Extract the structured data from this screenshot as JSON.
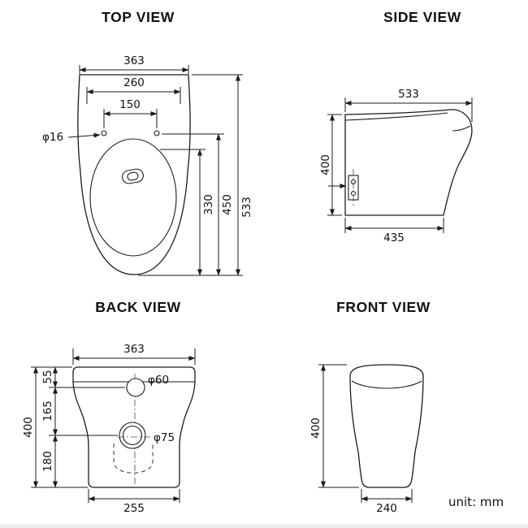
{
  "unit_label": "unit: mm",
  "views": {
    "top": {
      "title": "TOP VIEW",
      "dims": {
        "overall_width": "363",
        "seat_width": "260",
        "hinge_spacing": "150",
        "hinge_hole_diameter": "φ16",
        "overall_depth": "533",
        "rim_depth": "450",
        "seat_opening_depth": "330"
      }
    },
    "side": {
      "title": "SIDE VIEW",
      "dims": {
        "overall_depth": "533",
        "height": "400",
        "base_depth": "435"
      }
    },
    "back": {
      "title": "BACK VIEW",
      "dims": {
        "overall_width": "363",
        "top_to_inlet": "55",
        "inlet_to_outlet": "165",
        "outlet_to_floor": "180",
        "height": "400",
        "inlet_diameter": "φ60",
        "outlet_diameter": "φ75",
        "base_width": "255"
      }
    },
    "front": {
      "title": "FRONT VIEW",
      "dims": {
        "height": "400",
        "base_width": "240"
      }
    }
  }
}
